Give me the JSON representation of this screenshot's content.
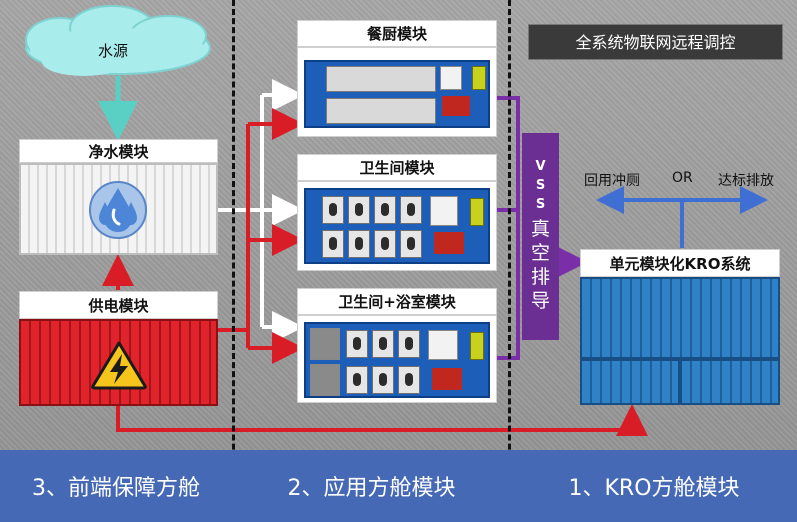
{
  "sections": {
    "left": "3、前端保障方舱",
    "middle": "2、应用方舱模块",
    "right": "1、KRO方舱模块"
  },
  "water_source": "水源",
  "purification_module": "净水模块",
  "power_module": "供电模块",
  "kitchen_module": "餐厨模块",
  "toilet_module": "卫生间模块",
  "toilet_bath_module": "卫生间+浴室模块",
  "kro_module": "单元模块化KRO系统",
  "iot_label": "全系统物联网远程调控",
  "vss": {
    "latin1": "V",
    "latin2": "S",
    "latin3": "S",
    "cjk1": "真",
    "cjk2": "空",
    "cjk3": "排",
    "cjk4": "导"
  },
  "outputs": {
    "reuse": "回用冲厕",
    "or": "OR",
    "discharge": "达标排放"
  },
  "colors": {
    "water_line": "#ffffff",
    "power_line": "#d81d26",
    "vacuum_line": "#7a2fa8",
    "output_arrow": "#3f6fd3",
    "cloud_line": "#5ad0c5"
  },
  "icons": {
    "water": "water-drop-icon",
    "power": "high-voltage-warning-icon"
  }
}
